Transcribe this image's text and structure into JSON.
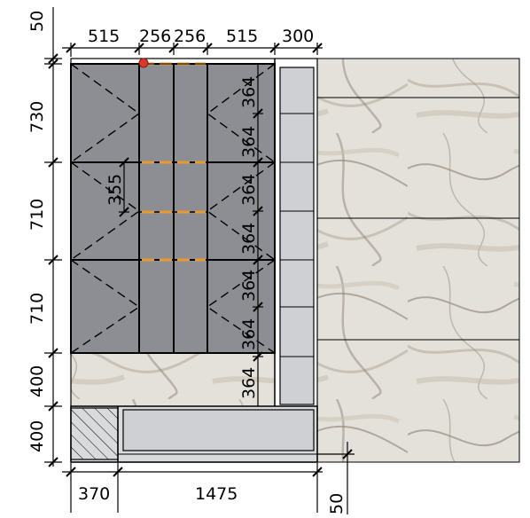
{
  "colors": {
    "panel_grey": "#8d8e93",
    "cabinet_light": "#cfd0d3",
    "marble_base": "#e3e0da",
    "marble_vein": "#8c8273",
    "hinge_orange": "#e79a2e",
    "marker_red": "#d93a2b",
    "line": "#000000"
  },
  "dimensions": {
    "top": [
      "515",
      "256",
      "256",
      "515",
      "300"
    ],
    "top_left": "50",
    "left": [
      "730",
      "710",
      "710",
      "400",
      "400"
    ],
    "bottom": [
      "370",
      "1475"
    ],
    "bottom_right": "50",
    "inner_right": [
      "364",
      "364",
      "364",
      "364",
      "364",
      "364",
      "364"
    ],
    "inner_mid": "355"
  }
}
